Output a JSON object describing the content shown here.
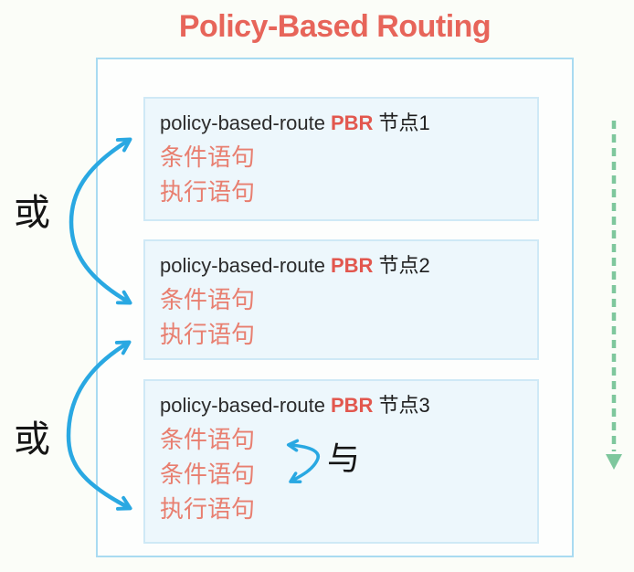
{
  "title": "Policy-Based Routing",
  "diagram": {
    "nodes": [
      {
        "command": "policy-based-route",
        "keyword": "PBR",
        "node_label": "节点1",
        "statements": [
          "条件语句",
          "执行语句"
        ]
      },
      {
        "command": "policy-based-route",
        "keyword": "PBR",
        "node_label": "节点2",
        "statements": [
          "条件语句",
          "执行语句"
        ]
      },
      {
        "command": "policy-based-route",
        "keyword": "PBR",
        "node_label": "节点3",
        "statements": [
          "条件语句",
          "条件语句",
          "执行语句"
        ]
      }
    ],
    "or_labels": [
      "或",
      "或"
    ],
    "and_label": "与"
  },
  "colors": {
    "title": "#e7655a",
    "keyword": "#e2574e",
    "statement_text": "#e87f70",
    "node_text": "#2b2b2b",
    "arrow_cyan": "#29a8e2",
    "arrow_green": "#7ec79d",
    "outer_border": "#a9dbf1",
    "node_border": "#cfe9f6",
    "node_bg": "#edf7fc",
    "page_bg": "#fbfdf8"
  }
}
